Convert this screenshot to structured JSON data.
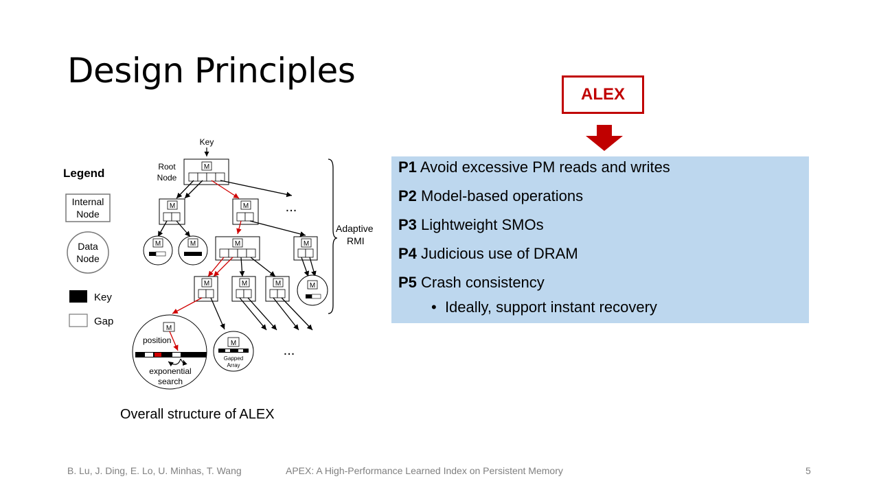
{
  "slide": {
    "title": "Design Principles",
    "alex_label": "ALEX",
    "principles": [
      {
        "id": "P1",
        "text": " Avoid excessive PM reads and writes"
      },
      {
        "id": "P2",
        "text": " Model-based operations"
      },
      {
        "id": "P3",
        "text": "Lightweight SMOs"
      },
      {
        "id": "P4",
        "text": "Judicious use of DRAM"
      },
      {
        "id": "P5",
        "text": "Crash consistency"
      }
    ],
    "p5_bullet": "Ideally, support instant recovery",
    "caption": "Overall structure of ALEX",
    "footer": {
      "authors": "B. Lu, J. Ding, E. Lo, U. Minhas, T. Wang",
      "paper": "APEX: A High-Performance Learned Index on Persistent Memory",
      "page": "5"
    },
    "colors": {
      "accent_red": "#c00000",
      "box_blue": "#bdd7ee"
    }
  },
  "diagram": {
    "legend_title": "Legend",
    "legend_internal_1": "Internal",
    "legend_internal_2": "Node",
    "legend_data_1": "Data",
    "legend_data_2": "Node",
    "legend_key": "Key",
    "legend_gap": "Gap",
    "key_label": "Key",
    "root_1": "Root",
    "root_2": "Node",
    "model_label": "M",
    "ellipsis": "...",
    "adaptive_1": "Adaptive",
    "adaptive_2": "RMI",
    "position": "position",
    "exp_1": "exponential",
    "exp_2": "search",
    "gapped_1": "Gapped",
    "gapped_2": "Array"
  }
}
